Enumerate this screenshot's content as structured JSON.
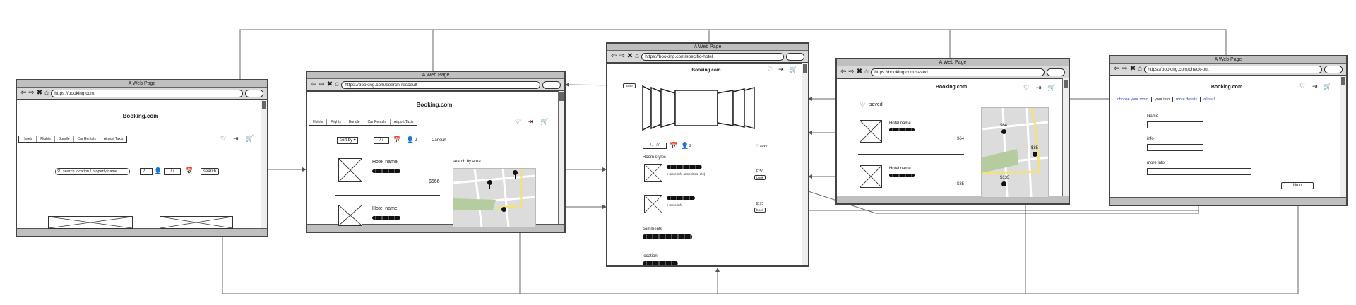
{
  "browser": {
    "window_title": "A Web Page"
  },
  "home": {
    "url": "https://booking.com",
    "brand": "Booking.com",
    "nav": [
      "Hotels",
      "Flights",
      "Bundle",
      "Car Rentals",
      "Airport Taxis"
    ],
    "search_placeholder": "search location / property name",
    "guests": "2",
    "date": "/ /",
    "search_button": "search"
  },
  "results": {
    "url": "https://booking.com/search-rescault",
    "brand": "Booking.com",
    "nav": [
      "Hotels",
      "Flights",
      "Bundle",
      "Car Rentals",
      "Airport Taxis"
    ],
    "sort_label": "sort by",
    "date": "/ /",
    "guests": "2",
    "location": "Cancún",
    "map_title": "search by area",
    "hotels": [
      {
        "name": "Hotel name",
        "price": "$666"
      },
      {
        "name": "Hotel name"
      }
    ]
  },
  "hotel": {
    "url": "https://booking.com/specific-hotel",
    "brand": "Booking.com",
    "save_button": "save",
    "date": "/ / - / /",
    "guests": "2",
    "save_label": "save",
    "room_styles_label": "Room styles",
    "rooms": [
      {
        "more": "more info (amenities, etc)",
        "price": "$150",
        "book": "book"
      },
      {
        "more": "more info",
        "price": "$175",
        "book": "book"
      }
    ],
    "comments_label": "comments",
    "location_label": "location"
  },
  "saved": {
    "url": "https://booking.com/saved",
    "brand": "Booking.com",
    "title": "saved",
    "hotels": [
      {
        "name": "Hotel name",
        "price": "$64"
      },
      {
        "name": "Hotel name",
        "price": "$85"
      }
    ],
    "map_prices": [
      "$64",
      "$85",
      "$133"
    ]
  },
  "checkout": {
    "url": "https://booking.com/check-out",
    "brand": "Booking.com",
    "steps": [
      "choose your room",
      "your info",
      "more details",
      "all set!"
    ],
    "labels": {
      "name": "Name",
      "info": "info",
      "more": "more info"
    },
    "next_button": "Next"
  },
  "colors": {
    "map_bg": "#dcdcdc",
    "map_green": "#b5cca0",
    "map_road": "#f2e27a",
    "link": "#1f4fb3"
  }
}
